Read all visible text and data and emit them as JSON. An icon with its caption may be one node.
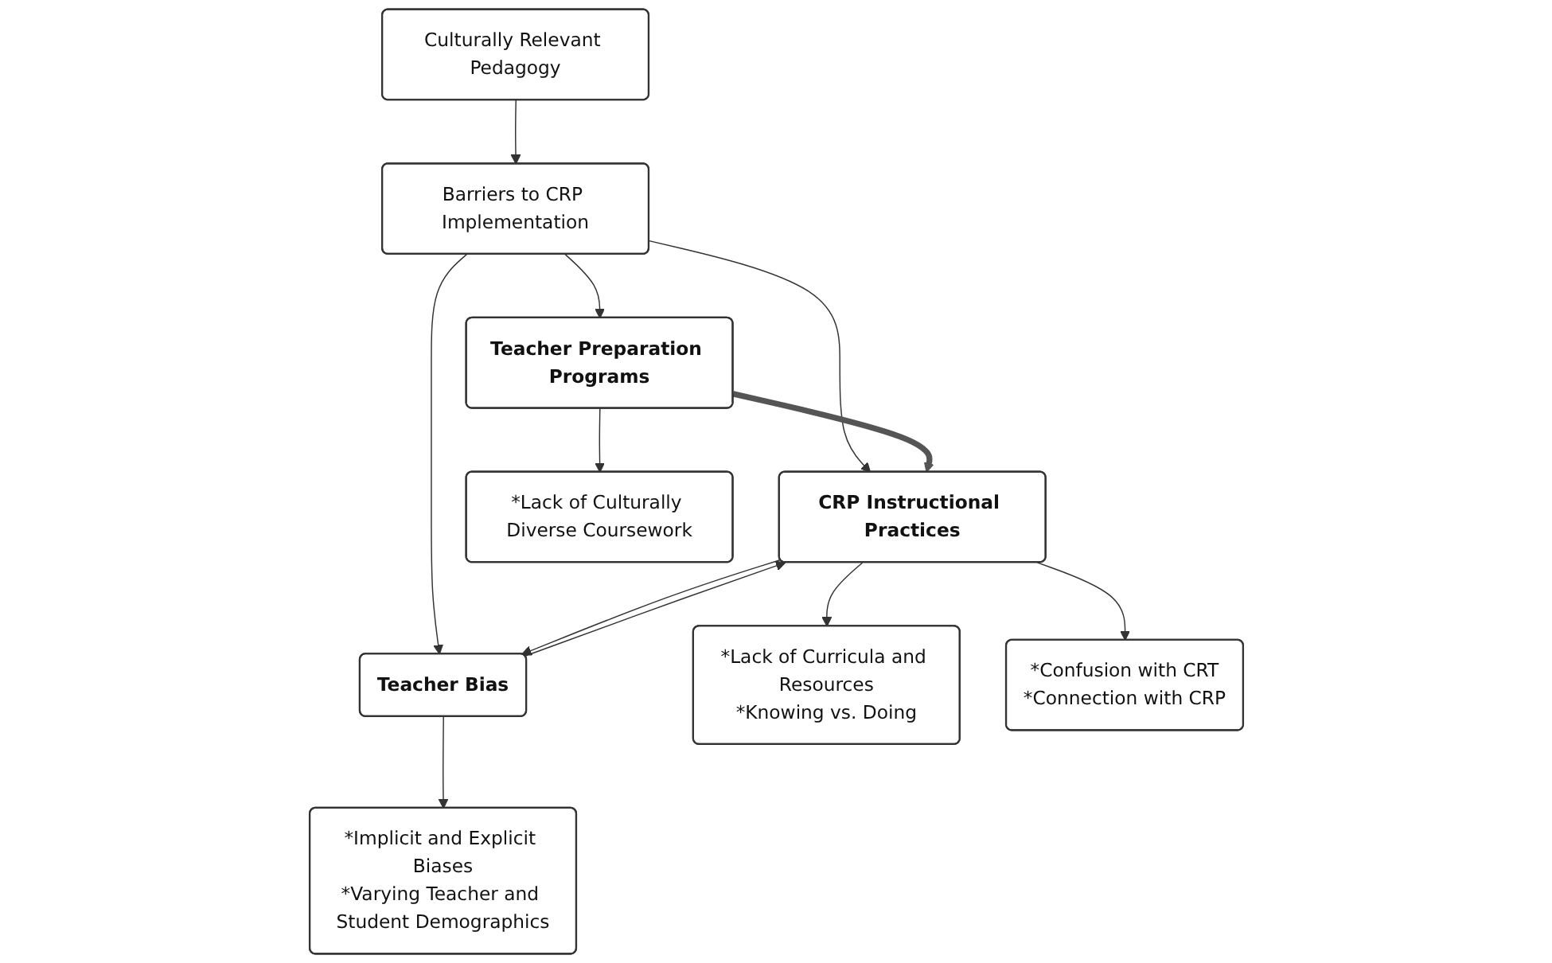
{
  "diagram": {
    "nodes": [
      {
        "text": [
          "Culturally Relevant Pedagogy"
        ]
      },
      {
        "text": [
          "Barriers to CRP Implementation"
        ]
      },
      {
        "text": [
          "Teacher Preparation Programs"
        ]
      },
      {
        "text": [
          "Teacher Bias"
        ]
      },
      {
        "text": [
          "CRP Instructional Practices"
        ]
      },
      {
        "text": [
          "*Lack of Culturally Diverse Coursework"
        ]
      },
      {
        "text": [
          "*Implicit and Explicit Biases",
          "*Varying Teacher and Student Demographics"
        ]
      },
      {
        "text": [
          "*Lack of Curricula and Resources",
          "*Knowing vs. Doing"
        ]
      },
      {
        "text": [
          "*Confusion with CRT",
          "*Connection with CRP"
        ]
      }
    ],
    "edges": [
      {
        "from": 0,
        "to": 1,
        "arrow": "to"
      },
      {
        "from": 1,
        "to": 2,
        "arrow": "to"
      },
      {
        "from": 1,
        "to": 3,
        "arrow": "to"
      },
      {
        "from": 1,
        "to": 4,
        "arrow": "to"
      },
      {
        "from": 2,
        "to": 4,
        "arrow": "to",
        "style": "thick",
        "color": "#555555"
      },
      {
        "from": 3,
        "to": 4,
        "arrow": "to"
      },
      {
        "from": 4,
        "to": 3,
        "arrow": "to"
      },
      {
        "from": 2,
        "to": 5,
        "arrow": "to"
      },
      {
        "from": 3,
        "to": 6,
        "arrow": "to"
      },
      {
        "from": 4,
        "to": 7,
        "arrow": "to"
      },
      {
        "from": 4,
        "to": 8,
        "arrow": "to"
      }
    ]
  }
}
